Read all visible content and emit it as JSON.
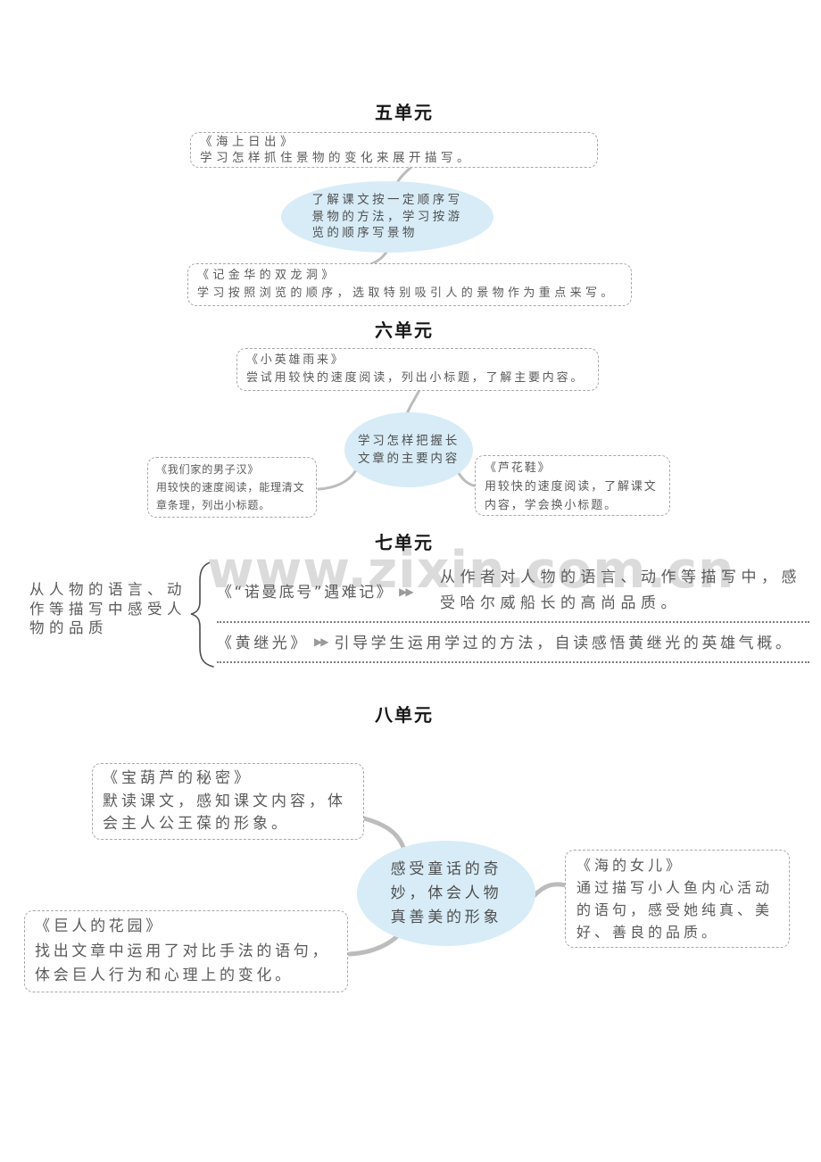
{
  "watermark": "www.zixin.com.cn",
  "colors": {
    "bubble_fill": "#d7ecf7",
    "connector": "#bcbcbc",
    "box_border": "#a8a8a8",
    "body_text": "#5a5a5a",
    "title_text": "#161616",
    "watermark_text": "#dbdbdb"
  },
  "units": {
    "u5": {
      "title": "五单元",
      "bubble_lines": [
        "了解课文按一定顺序写",
        "景物的方法，学习按游",
        "览的顺序写景物"
      ],
      "top": {
        "title": "《海上日出》",
        "desc": "学习怎样抓住景物的变化来展开描写。"
      },
      "bottom": {
        "title": "《记金华的双龙洞》",
        "desc": "学习按照浏览的顺序，选取特别吸引人的景物作为重点来写。"
      }
    },
    "u6": {
      "title": "六单元",
      "bubble_lines": [
        "学习怎样把握长",
        "文章的主要内容"
      ],
      "top": {
        "title": "《小英雄雨来》",
        "desc": "尝试用较快的速度阅读，列出小标题，了解主要内容。"
      },
      "left": {
        "title": "《我们家的男子汉》",
        "desc_lines": [
          "用较快的速度阅读，能理清文",
          "章条理，列出小标题。"
        ]
      },
      "right": {
        "title": "《芦花鞋》",
        "desc_lines": [
          "用较快的速度阅读，了解课文",
          "内容，学会换小标题。"
        ]
      }
    },
    "u7": {
      "title": "七单元",
      "side_label_lines": [
        "从人物的语言、动",
        "作等描写中感受人",
        "物的品质"
      ],
      "arrow_icon": "▶▶",
      "rows": [
        {
          "title": "《“诺曼底号”遇难记》",
          "desc_lines": [
            "从作者对人物的语言、动作等描写中，感",
            "受哈尔威船长的高尚品质。"
          ]
        },
        {
          "title": "《黄继光》",
          "desc": "引导学生运用学过的方法，自读感悟黄继光的英雄气概。"
        }
      ]
    },
    "u8": {
      "title": "八单元",
      "bubble_lines": [
        "感受童话的奇",
        "妙，体会人物",
        "真善美的形象"
      ],
      "top_left": {
        "title": "《宝葫芦的秘密》",
        "desc_lines": [
          "默读课文，感知课文内容，体",
          "会主人公王葆的形象。"
        ]
      },
      "right": {
        "title": "《海的女儿》",
        "desc_lines": [
          "通过描写小人鱼内心活动",
          "的语句，感受她纯真、美",
          "好、善良的品质。"
        ]
      },
      "bottom_left": {
        "title": "《巨人的花园》",
        "desc_lines": [
          "找出文章中运用了对比手法的语句，",
          "体会巨人行为和心理上的变化。"
        ]
      }
    }
  }
}
